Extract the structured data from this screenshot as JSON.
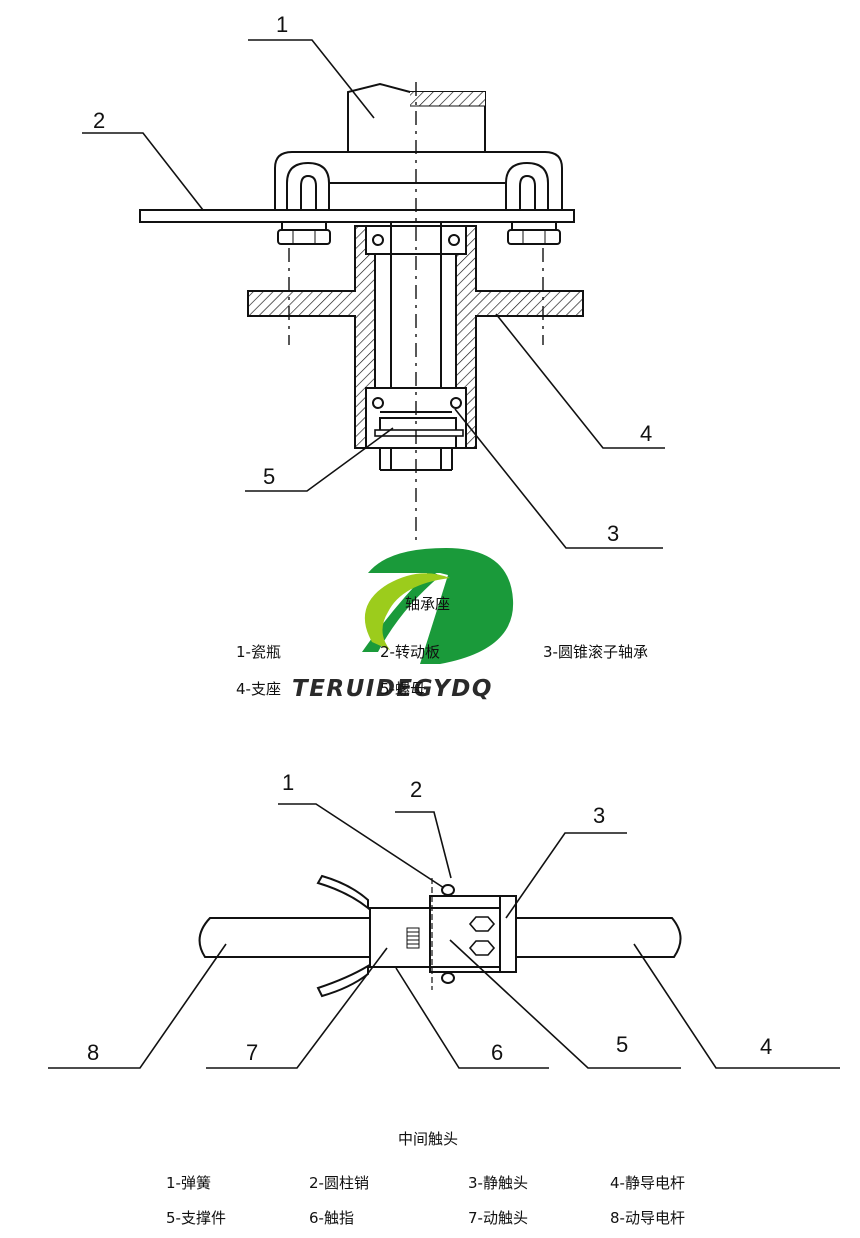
{
  "top": {
    "title": "轴承座",
    "callouts": [
      "1",
      "2",
      "3",
      "4",
      "5"
    ],
    "legend": [
      "1-瓷瓶",
      "2-转动板",
      "3-圆锥滚子轴承",
      "4-支座",
      "5-螺母"
    ]
  },
  "logo": {
    "text": "TERUIDEGYDQ",
    "green": "#1a9a3a",
    "lime": "#9ccc1c"
  },
  "bottom": {
    "title": "中间触头",
    "callouts": [
      "1",
      "2",
      "3",
      "4",
      "5",
      "6",
      "7",
      "8"
    ],
    "legend": [
      "1-弹簧",
      "2-圆柱销",
      "3-静触头",
      "4-静导电杆",
      "5-支撑件",
      "6-触指",
      "7-动触头",
      "8-动导电杆"
    ]
  }
}
